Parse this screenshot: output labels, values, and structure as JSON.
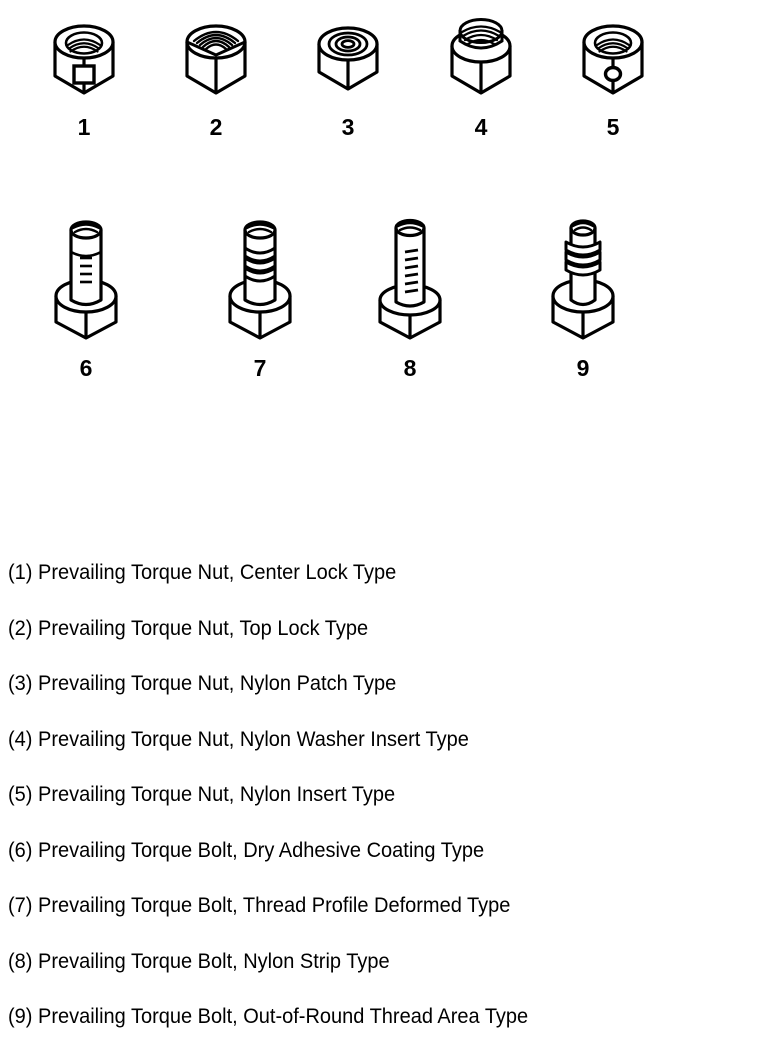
{
  "figure": {
    "rows": [
      {
        "row_name": "prevailing-torque-nuts",
        "items": [
          {
            "number": "1",
            "icon": "hex-nut-center-lock-icon"
          },
          {
            "number": "2",
            "icon": "hex-nut-top-lock-icon"
          },
          {
            "number": "3",
            "icon": "hex-nut-nylon-patch-icon"
          },
          {
            "number": "4",
            "icon": "hex-nut-nylon-washer-insert-icon"
          },
          {
            "number": "5",
            "icon": "hex-nut-nylon-insert-icon"
          }
        ]
      },
      {
        "row_name": "prevailing-torque-bolts",
        "items": [
          {
            "number": "6",
            "icon": "hex-bolt-dry-adhesive-coating-icon"
          },
          {
            "number": "7",
            "icon": "hex-bolt-thread-profile-deformed-icon"
          },
          {
            "number": "8",
            "icon": "hex-bolt-nylon-strip-icon"
          },
          {
            "number": "9",
            "icon": "hex-bolt-out-of-round-thread-icon"
          }
        ]
      }
    ]
  },
  "captions": [
    {
      "index": "1",
      "text": "(1) Prevailing Torque Nut, Center Lock Type"
    },
    {
      "index": "2",
      "text": "(2) Prevailing Torque Nut, Top Lock Type"
    },
    {
      "index": "3",
      "text": "(3) Prevailing Torque Nut, Nylon Patch Type"
    },
    {
      "index": "4",
      "text": "(4) Prevailing Torque Nut, Nylon Washer Insert Type"
    },
    {
      "index": "5",
      "text": "(5) Prevailing Torque Nut, Nylon Insert Type"
    },
    {
      "index": "6",
      "text": "(6) Prevailing Torque Bolt, Dry Adhesive Coating Type"
    },
    {
      "index": "7",
      "text": "(7) Prevailing Torque Bolt, Thread Profile Deformed Type"
    },
    {
      "index": "8",
      "text": "(8) Prevailing Torque Bolt, Nylon Strip Type"
    },
    {
      "index": "9",
      "text": "(9) Prevailing Torque Bolt, Out-of-Round Thread Area Type"
    }
  ],
  "colors": {
    "line": "#000000",
    "fill": "#ffffff",
    "background": "#ffffff"
  }
}
